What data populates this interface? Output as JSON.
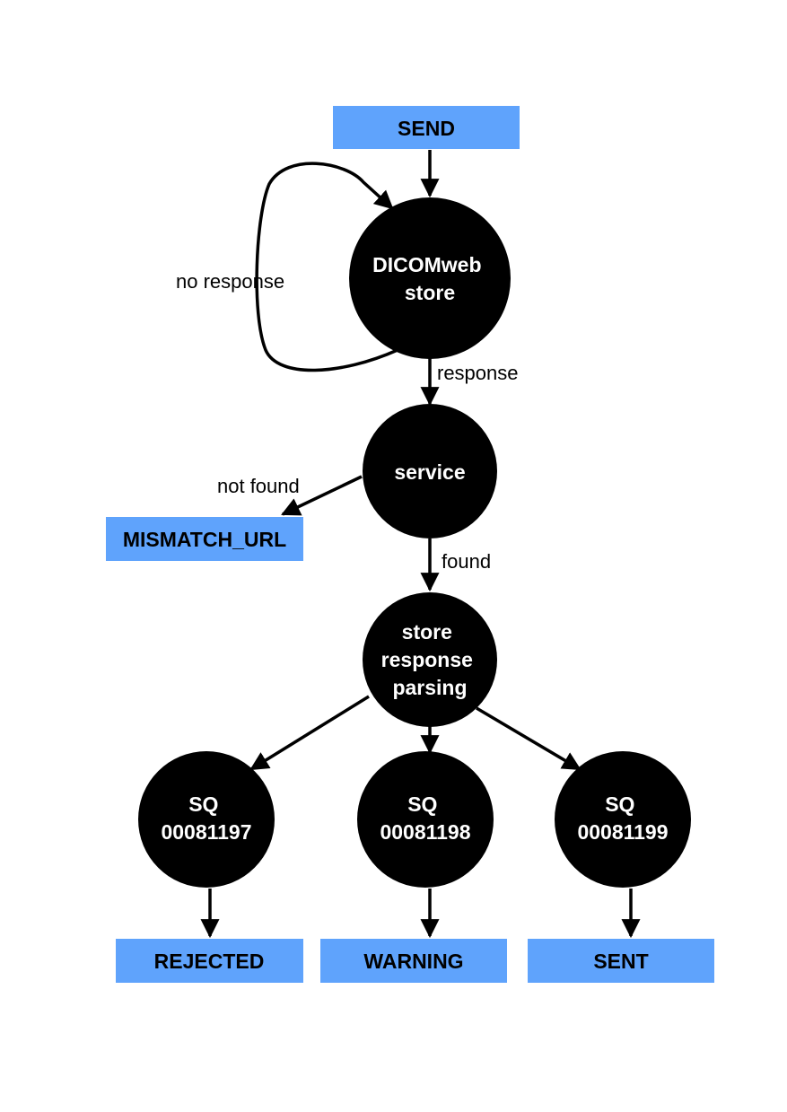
{
  "colors": {
    "box_fill": "#5fa3fc",
    "node_fill": "#000000",
    "edge": "#000000"
  },
  "states": {
    "send": "SEND",
    "mismatch_url": "MISMATCH_URL",
    "rejected": "REJECTED",
    "warning": "WARNING",
    "sent": "SENT"
  },
  "nodes": {
    "dicomweb_store": [
      "DICOMweb",
      "store"
    ],
    "service": [
      "service"
    ],
    "store_response_parsing": [
      "store",
      "response",
      "parsing"
    ],
    "sq_1197": [
      "SQ",
      "00081197"
    ],
    "sq_1198": [
      "SQ",
      "00081198"
    ],
    "sq_1199": [
      "SQ",
      "00081199"
    ]
  },
  "edges": {
    "no_response": "no response",
    "response": "response",
    "not_found": "not found",
    "found": "found"
  }
}
